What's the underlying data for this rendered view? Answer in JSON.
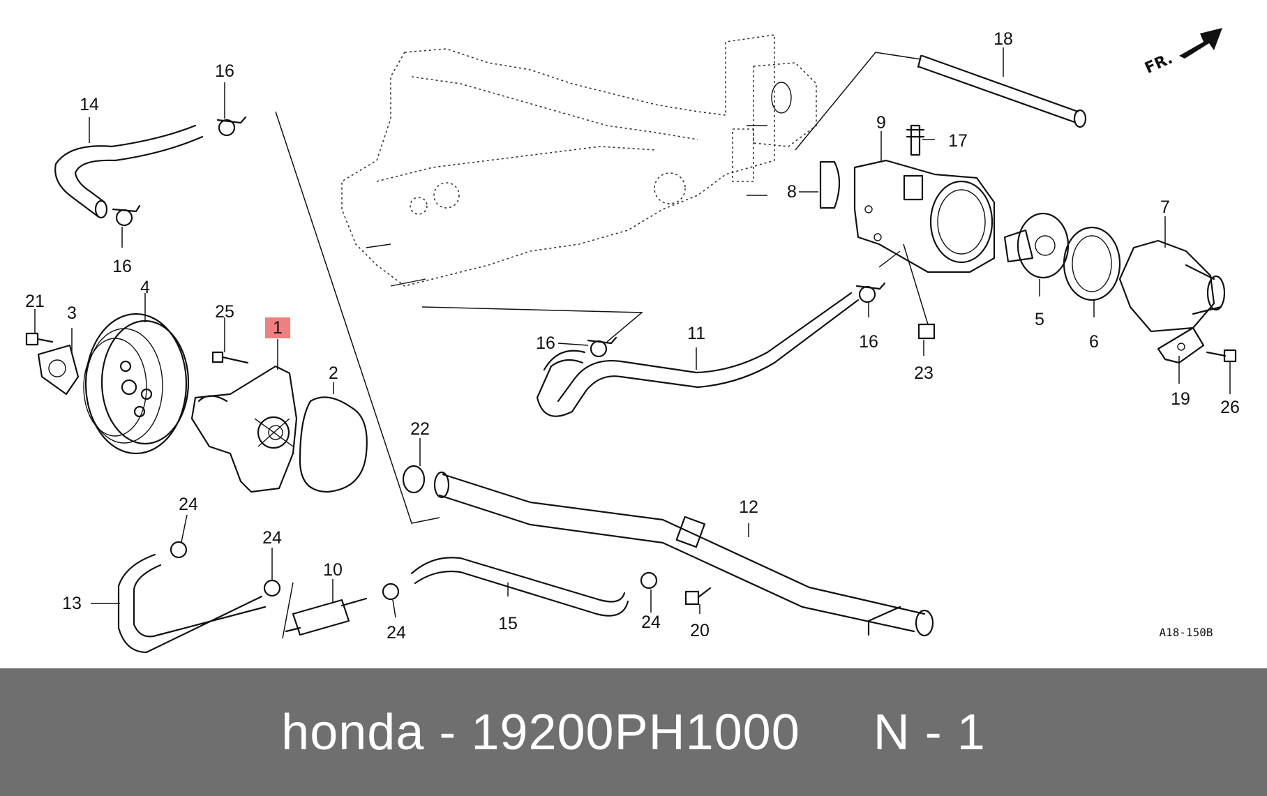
{
  "diagram": {
    "callouts": [
      "1",
      "2",
      "3",
      "4",
      "5",
      "6",
      "7",
      "8",
      "9",
      "10",
      "11",
      "12",
      "13",
      "14",
      "15",
      "16",
      "16",
      "16",
      "16",
      "17",
      "18",
      "19",
      "20",
      "21",
      "22",
      "23",
      "24",
      "24",
      "24",
      "24",
      "25",
      "26"
    ],
    "highlighted_callout": "1",
    "highlight_color": "#f08080",
    "direction_label": "FR.",
    "diagram_code": "A18-150B"
  },
  "footer": {
    "brand": "honda",
    "separator": " - ",
    "part_number": "19200PH1000",
    "gap": "     ",
    "position_code": "N - 1",
    "background_color": "#6f6f6f",
    "text_color": "#ffffff"
  }
}
